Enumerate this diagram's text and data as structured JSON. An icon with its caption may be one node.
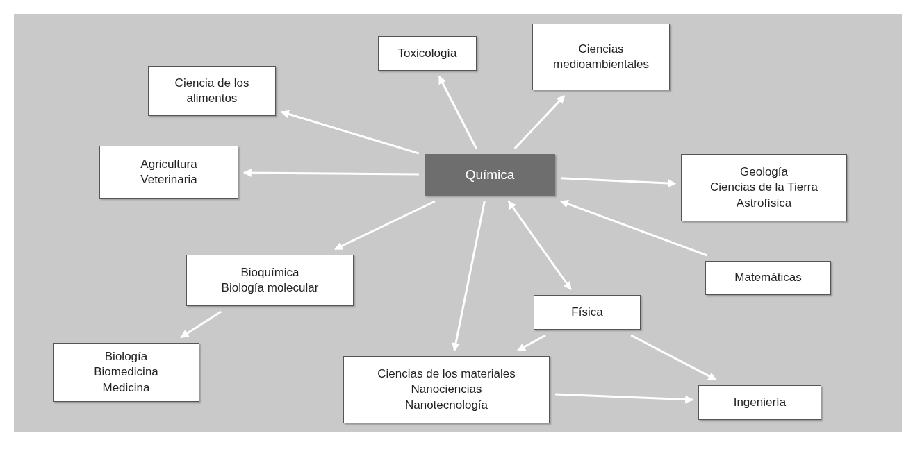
{
  "diagram": {
    "nodes": [
      {
        "text": [
          "Química"
        ]
      },
      {
        "text": [
          "Toxicología"
        ]
      },
      {
        "text": [
          "Ciencias medioambientales"
        ]
      },
      {
        "text": [
          "Ciencia de los alimentos"
        ]
      },
      {
        "text": [
          "Agricultura",
          "Veterinaria"
        ]
      },
      {
        "text": [
          "Geología",
          "Ciencias de la Tierra",
          "Astrofísica"
        ]
      },
      {
        "text": [
          "Matemáticas"
        ]
      },
      {
        "text": [
          "Bioquímica",
          "Biología molecular"
        ]
      },
      {
        "text": [
          "Física"
        ]
      },
      {
        "text": [
          "Biología",
          "Biomedicina",
          "Medicina"
        ]
      },
      {
        "text": [
          "Ciencias de los materiales",
          "Nanociencias",
          "Nanotecnología"
        ]
      },
      {
        "text": [
          "Ingeniería"
        ]
      }
    ],
    "edges": [
      {
        "from": 0,
        "to": 1,
        "arrow": "to"
      },
      {
        "from": 0,
        "to": 2,
        "arrow": "to"
      },
      {
        "from": 0,
        "to": 3,
        "arrow": "to"
      },
      {
        "from": 0,
        "to": 4,
        "arrow": "to"
      },
      {
        "from": 0,
        "to": 5,
        "arrow": "to"
      },
      {
        "from": 6,
        "to": 0,
        "arrow": "to"
      },
      {
        "from": 0,
        "to": 8,
        "arrow": "both"
      },
      {
        "from": 0,
        "to": 7,
        "arrow": "to"
      },
      {
        "from": 0,
        "to": 10,
        "arrow": "to"
      },
      {
        "from": 7,
        "to": 9,
        "arrow": "to"
      },
      {
        "from": 8,
        "to": 10,
        "arrow": "to"
      },
      {
        "from": 8,
        "to": 11,
        "arrow": "to"
      },
      {
        "from": 10,
        "to": 11,
        "arrow": "to"
      }
    ]
  }
}
